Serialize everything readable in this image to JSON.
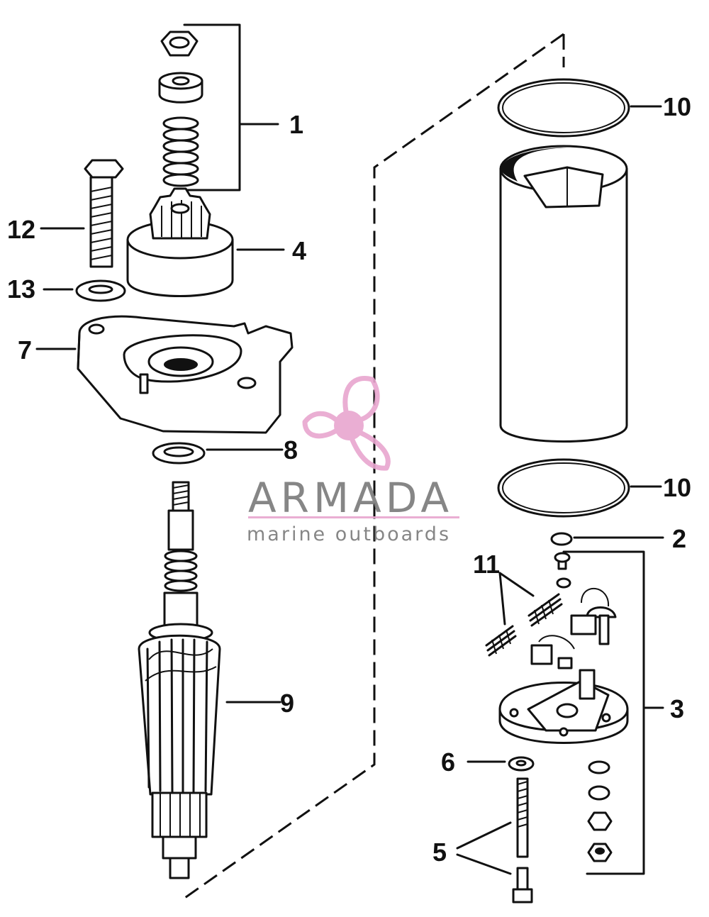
{
  "diagram": {
    "callouts": {
      "c1": "1",
      "c2": "2",
      "c3": "3",
      "c4": "4",
      "c5": "5",
      "c6": "6",
      "c7": "7",
      "c8": "8",
      "c9": "9",
      "c10a": "10",
      "c10b": "10",
      "c11": "11",
      "c12": "12",
      "c13": "13"
    }
  },
  "watermark": {
    "name": "ARMADA",
    "tagline": "marine outboards",
    "colors": {
      "accent": "#e8a6cf",
      "text": "#7a7a7a"
    }
  }
}
